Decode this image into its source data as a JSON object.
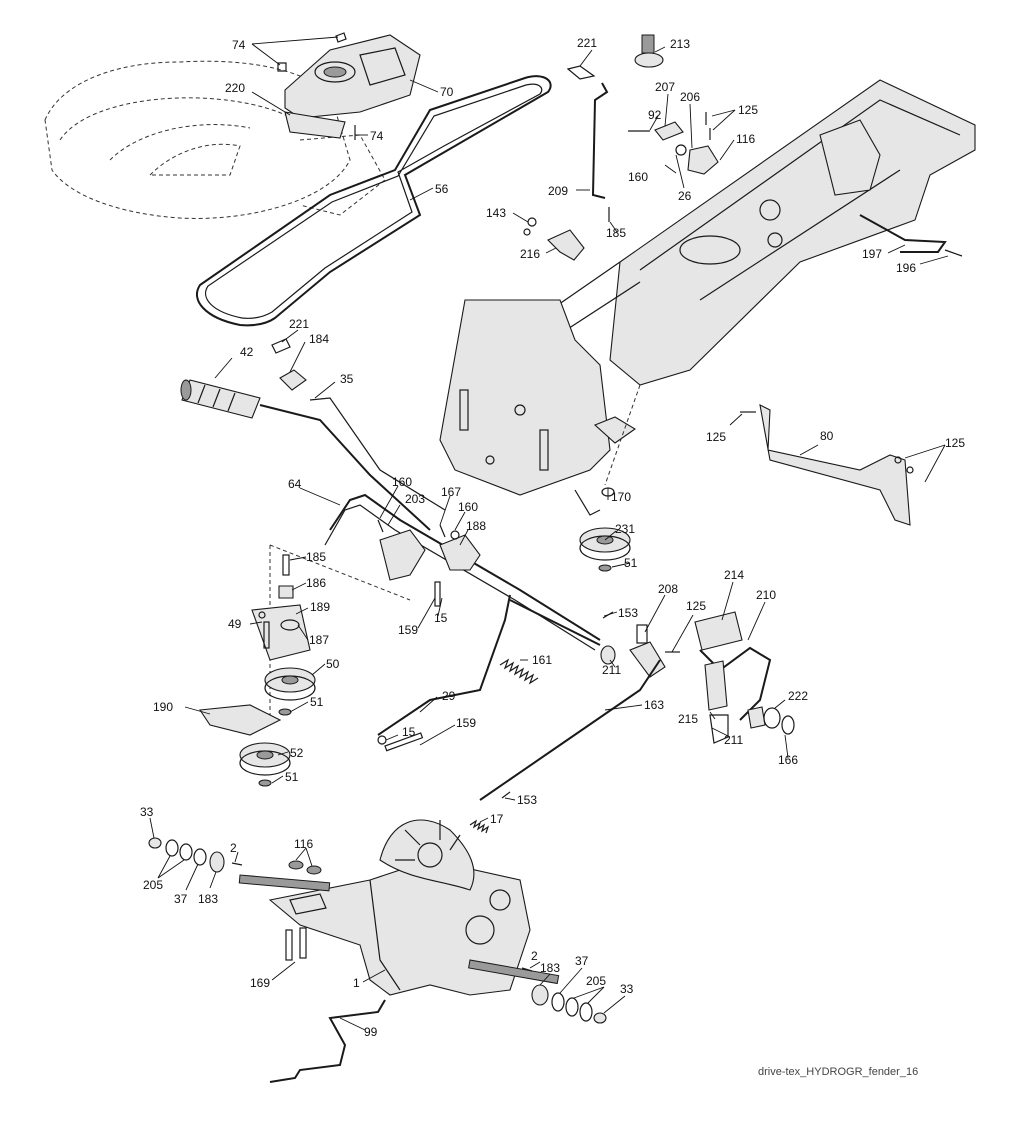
{
  "caption": "drive-tex_HYDROGR_fender_16",
  "labels": {
    "l74a": "74",
    "l74b": "74",
    "l220": "220",
    "l70": "70",
    "l56": "56",
    "l221a": "221",
    "l213": "213",
    "l92": "92",
    "l207": "207",
    "l206": "206",
    "l125a": "125",
    "l116a": "116",
    "l160a": "160",
    "l26": "26",
    "l209": "209",
    "l143": "143",
    "l185a": "185",
    "l216": "216",
    "l197": "197",
    "l196": "196",
    "l221b": "221",
    "l184": "184",
    "l42": "42",
    "l35": "35",
    "l125b": "125",
    "l80": "80",
    "l125c": "125",
    "l64": "64",
    "l160b": "160",
    "l203": "203",
    "l167": "167",
    "l160c": "160",
    "l188": "188",
    "l170": "170",
    "l231": "231",
    "l51a": "51",
    "l185b": "185",
    "l186": "186",
    "l189": "189",
    "l49": "49",
    "l187": "187",
    "l50": "50",
    "l159a": "159",
    "l15a": "15",
    "l153a": "153",
    "l208": "208",
    "l214": "214",
    "l210": "210",
    "l125d": "125",
    "l211a": "211",
    "l161": "161",
    "l190": "190",
    "l51b": "51",
    "l29": "29",
    "l163": "163",
    "l215": "215",
    "l222": "222",
    "l211b": "211",
    "l166": "166",
    "l15b": "15",
    "l159b": "159",
    "l52": "52",
    "l51c": "51",
    "l153b": "153",
    "l17": "17",
    "l33a": "33",
    "l2a": "2",
    "l116b": "116",
    "l205a": "205",
    "l37a": "37",
    "l183a": "183",
    "l169": "169",
    "l1": "1",
    "l2b": "2",
    "l183b": "183",
    "l37b": "37",
    "l205b": "205",
    "l33b": "33",
    "l99": "99"
  }
}
